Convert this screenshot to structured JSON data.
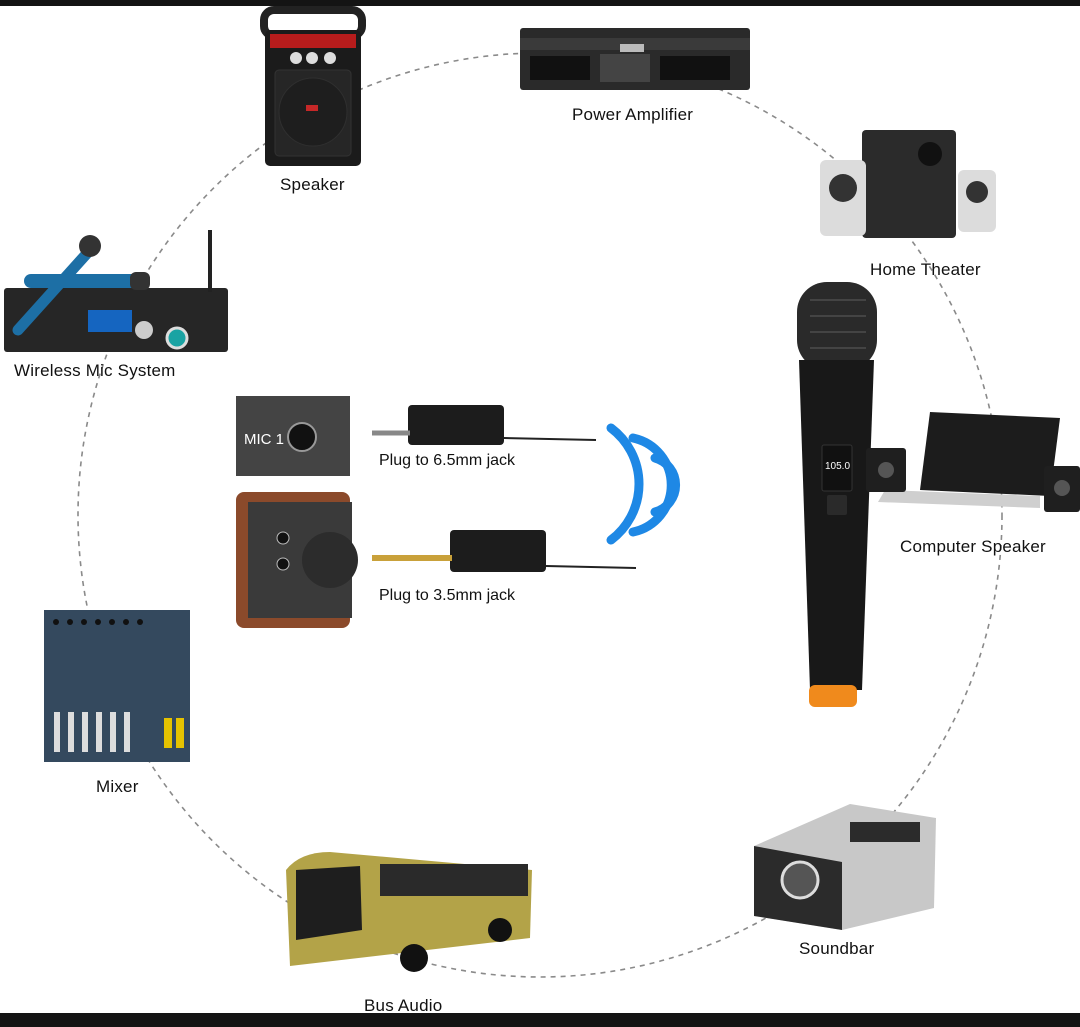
{
  "devices": {
    "speaker": "Speaker",
    "power_amplifier": "Power Amplifier",
    "home_theater": "Home Theater",
    "wireless_mic_system": "Wireless Mic System",
    "computer_speaker": "Computer Speaker",
    "mixer": "Mixer",
    "soundbar": "Soundbar",
    "bus_audio": "Bus Audio"
  },
  "connections": {
    "jack_6_5": "Plug to 6.5mm jack",
    "jack_3_5": "Plug to 3.5mm jack",
    "mic_port": "MIC 1"
  },
  "microphone": {
    "display_value": "105.0"
  },
  "icons": [
    "speaker-icon",
    "power-amplifier-icon",
    "home-theater-icon",
    "wireless-mic-system-icon",
    "computer-speaker-icon",
    "mixer-icon",
    "soundbar-icon",
    "bus-icon",
    "microphone-icon",
    "wireless-signal-icon",
    "receiver-6-5mm-icon",
    "receiver-3-5mm-icon",
    "mic-port-icon",
    "aux-port-panel-icon"
  ],
  "colors": {
    "signal_blue": "#1e88e5",
    "mic_tip_orange": "#f08a1c",
    "speaker_red": "#d32f2f"
  }
}
